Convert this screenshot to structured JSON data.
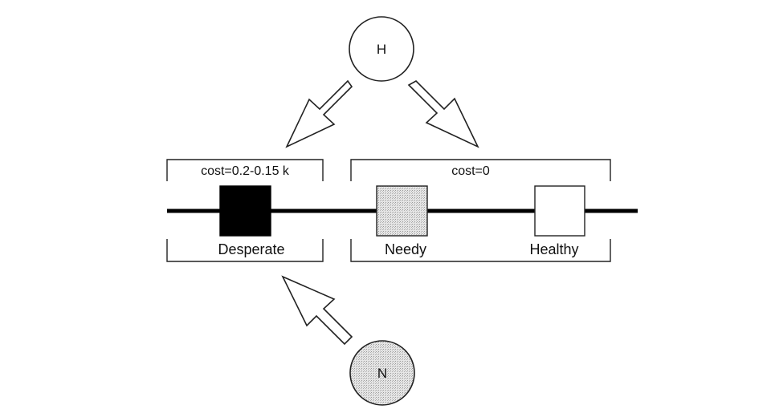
{
  "nodes": {
    "top_circle": {
      "label": "H"
    },
    "bottom_circle": {
      "label": "N"
    }
  },
  "brackets": {
    "left": {
      "label": "cost=0.2-0.15 k"
    },
    "right": {
      "label": "cost=0"
    }
  },
  "states": {
    "desperate": {
      "label": "Desperate",
      "fill": "#000000"
    },
    "needy": {
      "label": "Needy",
      "fill": "#dcdcdc"
    },
    "healthy": {
      "label": "Healthy",
      "fill": "#ffffff"
    }
  },
  "colors": {
    "line": "#000000",
    "stroke": "#222222",
    "n_circle_fill": "#dcdcdc"
  }
}
